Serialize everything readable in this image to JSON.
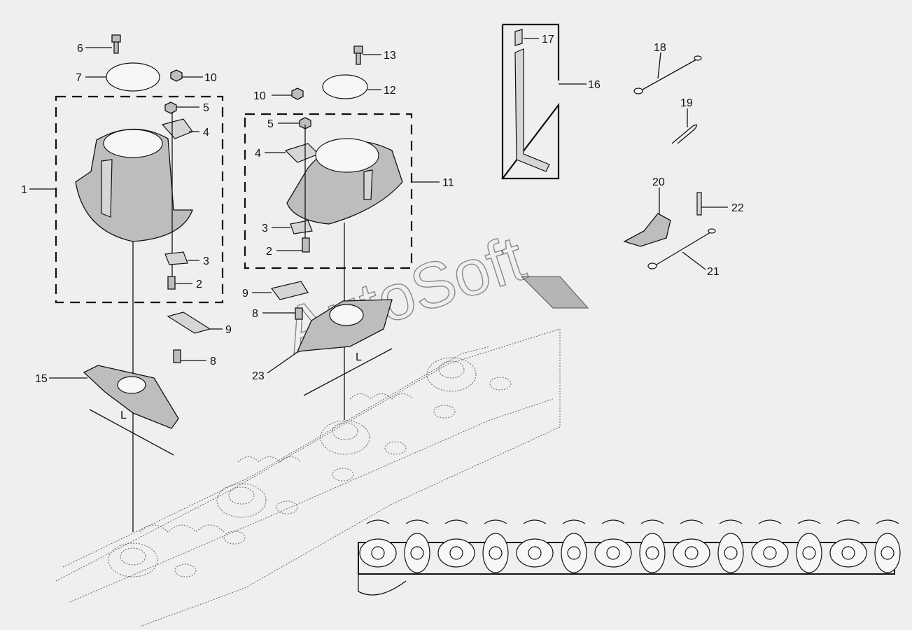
{
  "watermark": "AutoSoft",
  "part_labels": [
    {
      "id": "l1",
      "text": "1"
    },
    {
      "id": "l2a",
      "text": "2"
    },
    {
      "id": "l2b",
      "text": "2"
    },
    {
      "id": "l3a",
      "text": "3"
    },
    {
      "id": "l3b",
      "text": "3"
    },
    {
      "id": "l4a",
      "text": "4"
    },
    {
      "id": "l4b",
      "text": "4"
    },
    {
      "id": "l5a",
      "text": "5"
    },
    {
      "id": "l5b",
      "text": "5"
    },
    {
      "id": "l6",
      "text": "6"
    },
    {
      "id": "l7",
      "text": "7"
    },
    {
      "id": "l8a",
      "text": "8"
    },
    {
      "id": "l8b",
      "text": "8"
    },
    {
      "id": "l9a",
      "text": "9"
    },
    {
      "id": "l9b",
      "text": "9"
    },
    {
      "id": "l10a",
      "text": "10"
    },
    {
      "id": "l10b",
      "text": "10"
    },
    {
      "id": "l11",
      "text": "11"
    },
    {
      "id": "l12",
      "text": "12"
    },
    {
      "id": "l13",
      "text": "13"
    },
    {
      "id": "l15",
      "text": "15"
    },
    {
      "id": "l16",
      "text": "16"
    },
    {
      "id": "l17",
      "text": "17"
    },
    {
      "id": "l18",
      "text": "18"
    },
    {
      "id": "l19",
      "text": "19"
    },
    {
      "id": "l20",
      "text": "20"
    },
    {
      "id": "l21",
      "text": "21"
    },
    {
      "id": "l22",
      "text": "22"
    },
    {
      "id": "l23",
      "text": "23"
    }
  ],
  "dimension_labels": [
    {
      "id": "dimA",
      "text": "L"
    },
    {
      "id": "dimB",
      "text": "L"
    }
  ],
  "colors": {
    "background": "#efefef",
    "line": "#111111",
    "part_fill": "#bdbdbd"
  }
}
